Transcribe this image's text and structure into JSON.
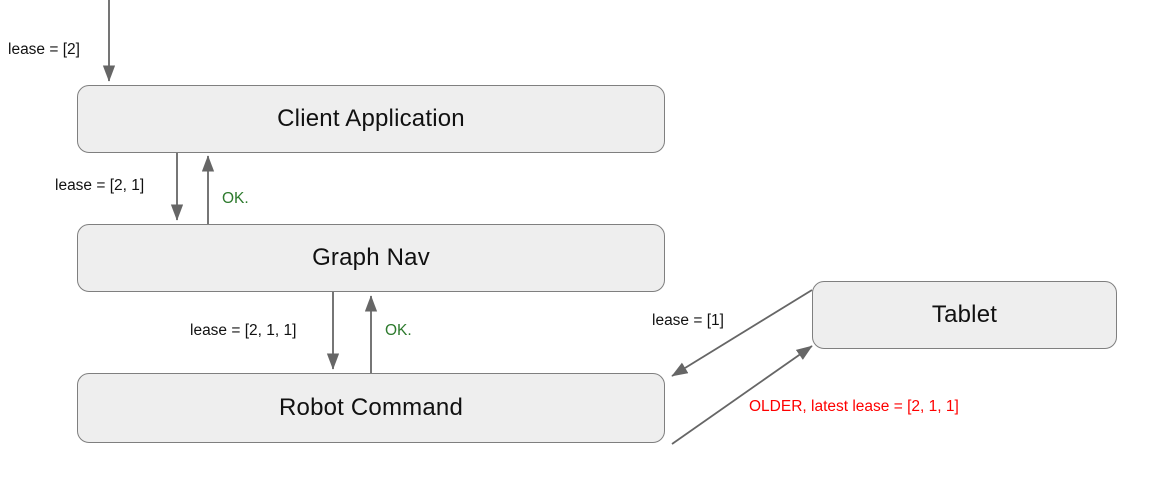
{
  "diagram": {
    "title": "Lease propagation sequence diagram",
    "background_color": "#ffffff",
    "node_fill": "#eeeeee",
    "node_stroke": "#7f7f7f",
    "edge_stroke": "#666666",
    "text_color": "#111111",
    "ok_color": "#2d7a2d",
    "error_color": "#fe0000"
  },
  "nodes": {
    "client_application": {
      "label": "Client Application"
    },
    "graph_nav": {
      "label": "Graph Nav"
    },
    "robot_command": {
      "label": "Robot Command"
    },
    "tablet": {
      "label": "Tablet"
    }
  },
  "edge_labels": {
    "incoming_lease": "lease = [2]",
    "client_to_graphnav": "lease = [2, 1]",
    "graphnav_to_client_ok": "OK.",
    "graphnav_to_robotcommand": "lease = [2, 1, 1]",
    "robotcommand_to_graphnav_ok": "OK.",
    "tablet_to_robotcommand": "lease = [1]",
    "robotcommand_to_tablet_error": "OLDER, latest lease = [2, 1, 1]"
  }
}
